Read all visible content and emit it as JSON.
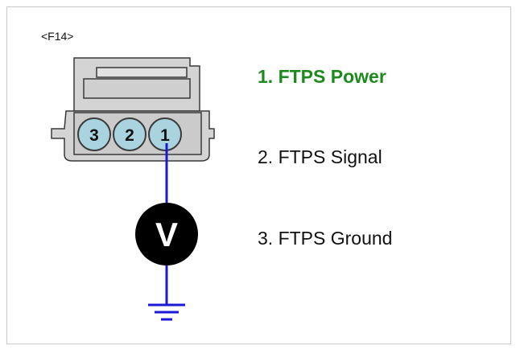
{
  "connector": {
    "id": "<F14>",
    "pins": [
      {
        "number": "3"
      },
      {
        "number": "2"
      },
      {
        "number": "1"
      }
    ]
  },
  "meter": {
    "symbol": "V"
  },
  "pin_labels": [
    {
      "text": "1. FTPS Power",
      "color": "#1e8a1e",
      "highlighted": true
    },
    {
      "text": "2. FTPS Signal",
      "color": "#111111",
      "highlighted": false
    },
    {
      "text": "3. FTPS Ground",
      "color": "#111111",
      "highlighted": false
    }
  ],
  "colors": {
    "connector_body": "#d4d4d4",
    "connector_outline": "#3a3a3a",
    "pin_fill": "#a9d4df",
    "wire": "#1a1ad6",
    "meter_fill": "#000000",
    "meter_text": "#ffffff"
  }
}
